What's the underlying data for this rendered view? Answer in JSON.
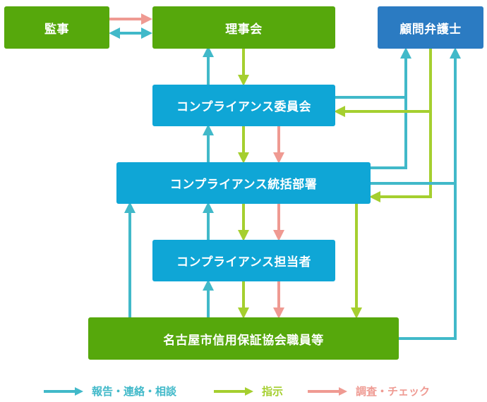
{
  "nodes": {
    "kanji": "監事",
    "rijikai": "理事会",
    "komon": "顧問弁護士",
    "iinkai": "コンプライアンス委員会",
    "tokatsu": "コンプライアンス統括部署",
    "tanto": "コンプライアンス担当者",
    "shokuin": "名古屋市信用保証協会職員等"
  },
  "legend": {
    "report": "報告・連絡・相談",
    "instruct": "指示",
    "investigate": "調査・チェック"
  },
  "colors": {
    "report": "#41b9c9",
    "instruct": "#a5cf2f",
    "investigate": "#ef9a92",
    "box_green": "#56a80c",
    "box_cyan": "#0fa6d6",
    "box_navy": "#2b7bc2"
  }
}
